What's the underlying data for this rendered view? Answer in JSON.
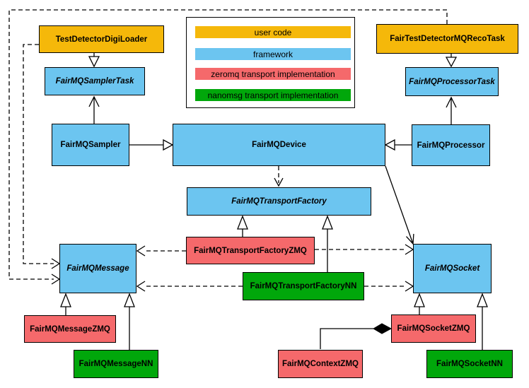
{
  "colors": {
    "user_code": "#F5B80A",
    "framework": "#6CC5F0",
    "zeromq": "#F5696B",
    "nanomsg": "#01A70B",
    "border": "#000000",
    "background": "#FFFFFF"
  },
  "legend": {
    "items": [
      {
        "label": "user code",
        "category": "user_code"
      },
      {
        "label": "framework",
        "category": "framework"
      },
      {
        "label": "zeromq transport implementation",
        "category": "zeromq"
      },
      {
        "label": "nanomsg transport implementation",
        "category": "nanomsg"
      }
    ]
  },
  "nodes": {
    "testDetectorDigiLoader": {
      "label": "TestDetectorDigiLoader",
      "category": "user_code",
      "abstract": false
    },
    "fairTestDetectorMQRecoTask": {
      "label": "FairTestDetectorMQRecoTask",
      "category": "user_code",
      "abstract": false
    },
    "fairMQSamplerTask": {
      "label": "FairMQSamplerTask",
      "category": "framework",
      "abstract": true
    },
    "fairMQProcessorTask": {
      "label": "FairMQProcessorTask",
      "category": "framework",
      "abstract": true
    },
    "fairMQSampler": {
      "label": "FairMQSampler",
      "category": "framework",
      "abstract": false
    },
    "fairMQDevice": {
      "label": "FairMQDevice",
      "category": "framework",
      "abstract": false
    },
    "fairMQProcessor": {
      "label": "FairMQProcessor",
      "category": "framework",
      "abstract": false
    },
    "fairMQTransportFactory": {
      "label": "FairMQTransportFactory",
      "category": "framework",
      "abstract": true
    },
    "fairMQTransportFactoryZMQ": {
      "label": "FairMQTransportFactoryZMQ",
      "category": "zeromq",
      "abstract": false
    },
    "fairMQTransportFactoryNN": {
      "label": "FairMQTransportFactoryNN",
      "category": "nanomsg",
      "abstract": false
    },
    "fairMQMessage": {
      "label": "FairMQMessage",
      "category": "framework",
      "abstract": true
    },
    "fairMQSocket": {
      "label": "FairMQSocket",
      "category": "framework",
      "abstract": true
    },
    "fairMQMessageZMQ": {
      "label": "FairMQMessageZMQ",
      "category": "zeromq",
      "abstract": false
    },
    "fairMQMessageNN": {
      "label": "FairMQMessageNN",
      "category": "nanomsg",
      "abstract": false
    },
    "fairMQSocketZMQ": {
      "label": "FairMQSocketZMQ",
      "category": "zeromq",
      "abstract": false
    },
    "fairMQSocketNN": {
      "label": "FairMQSocketNN",
      "category": "nanomsg",
      "abstract": false
    },
    "fairMQContextZMQ": {
      "label": "FairMQContextZMQ",
      "category": "zeromq",
      "abstract": false
    }
  },
  "edges": [
    {
      "from": "TestDetectorDigiLoader",
      "to": "FairMQSamplerTask",
      "type": "inheritance"
    },
    {
      "from": "FairTestDetectorMQRecoTask",
      "to": "FairMQProcessorTask",
      "type": "inheritance"
    },
    {
      "from": "FairMQSampler",
      "to": "FairMQSamplerTask",
      "type": "inheritance"
    },
    {
      "from": "FairMQProcessor",
      "to": "FairMQProcessorTask",
      "type": "inheritance"
    },
    {
      "from": "FairMQSampler",
      "to": "FairMQDevice",
      "type": "inheritance"
    },
    {
      "from": "FairMQProcessor",
      "to": "FairMQDevice",
      "type": "inheritance"
    },
    {
      "from": "FairMQDevice",
      "to": "FairMQTransportFactory",
      "type": "dependency"
    },
    {
      "from": "FairMQDevice",
      "to": "FairMQSocket",
      "type": "association"
    },
    {
      "from": "FairMQTransportFactoryZMQ",
      "to": "FairMQTransportFactory",
      "type": "inheritance"
    },
    {
      "from": "FairMQTransportFactoryNN",
      "to": "FairMQTransportFactory",
      "type": "inheritance"
    },
    {
      "from": "FairMQTransportFactoryZMQ",
      "to": "FairMQMessage",
      "type": "dependency"
    },
    {
      "from": "FairMQTransportFactoryZMQ",
      "to": "FairMQSocket",
      "type": "dependency"
    },
    {
      "from": "FairMQTransportFactoryNN",
      "to": "FairMQMessage",
      "type": "dependency"
    },
    {
      "from": "FairMQTransportFactoryNN",
      "to": "FairMQSocket",
      "type": "dependency"
    },
    {
      "from": "TestDetectorDigiLoader",
      "to": "FairMQMessage",
      "type": "dependency"
    },
    {
      "from": "FairTestDetectorMQRecoTask",
      "to": "FairMQMessage",
      "type": "dependency"
    },
    {
      "from": "FairMQMessageZMQ",
      "to": "FairMQMessage",
      "type": "inheritance"
    },
    {
      "from": "FairMQMessageNN",
      "to": "FairMQMessage",
      "type": "inheritance"
    },
    {
      "from": "FairMQSocketZMQ",
      "to": "FairMQSocket",
      "type": "inheritance"
    },
    {
      "from": "FairMQSocketNN",
      "to": "FairMQSocket",
      "type": "inheritance"
    },
    {
      "from": "FairMQContextZMQ",
      "to": "FairMQSocketZMQ",
      "type": "composition"
    }
  ]
}
